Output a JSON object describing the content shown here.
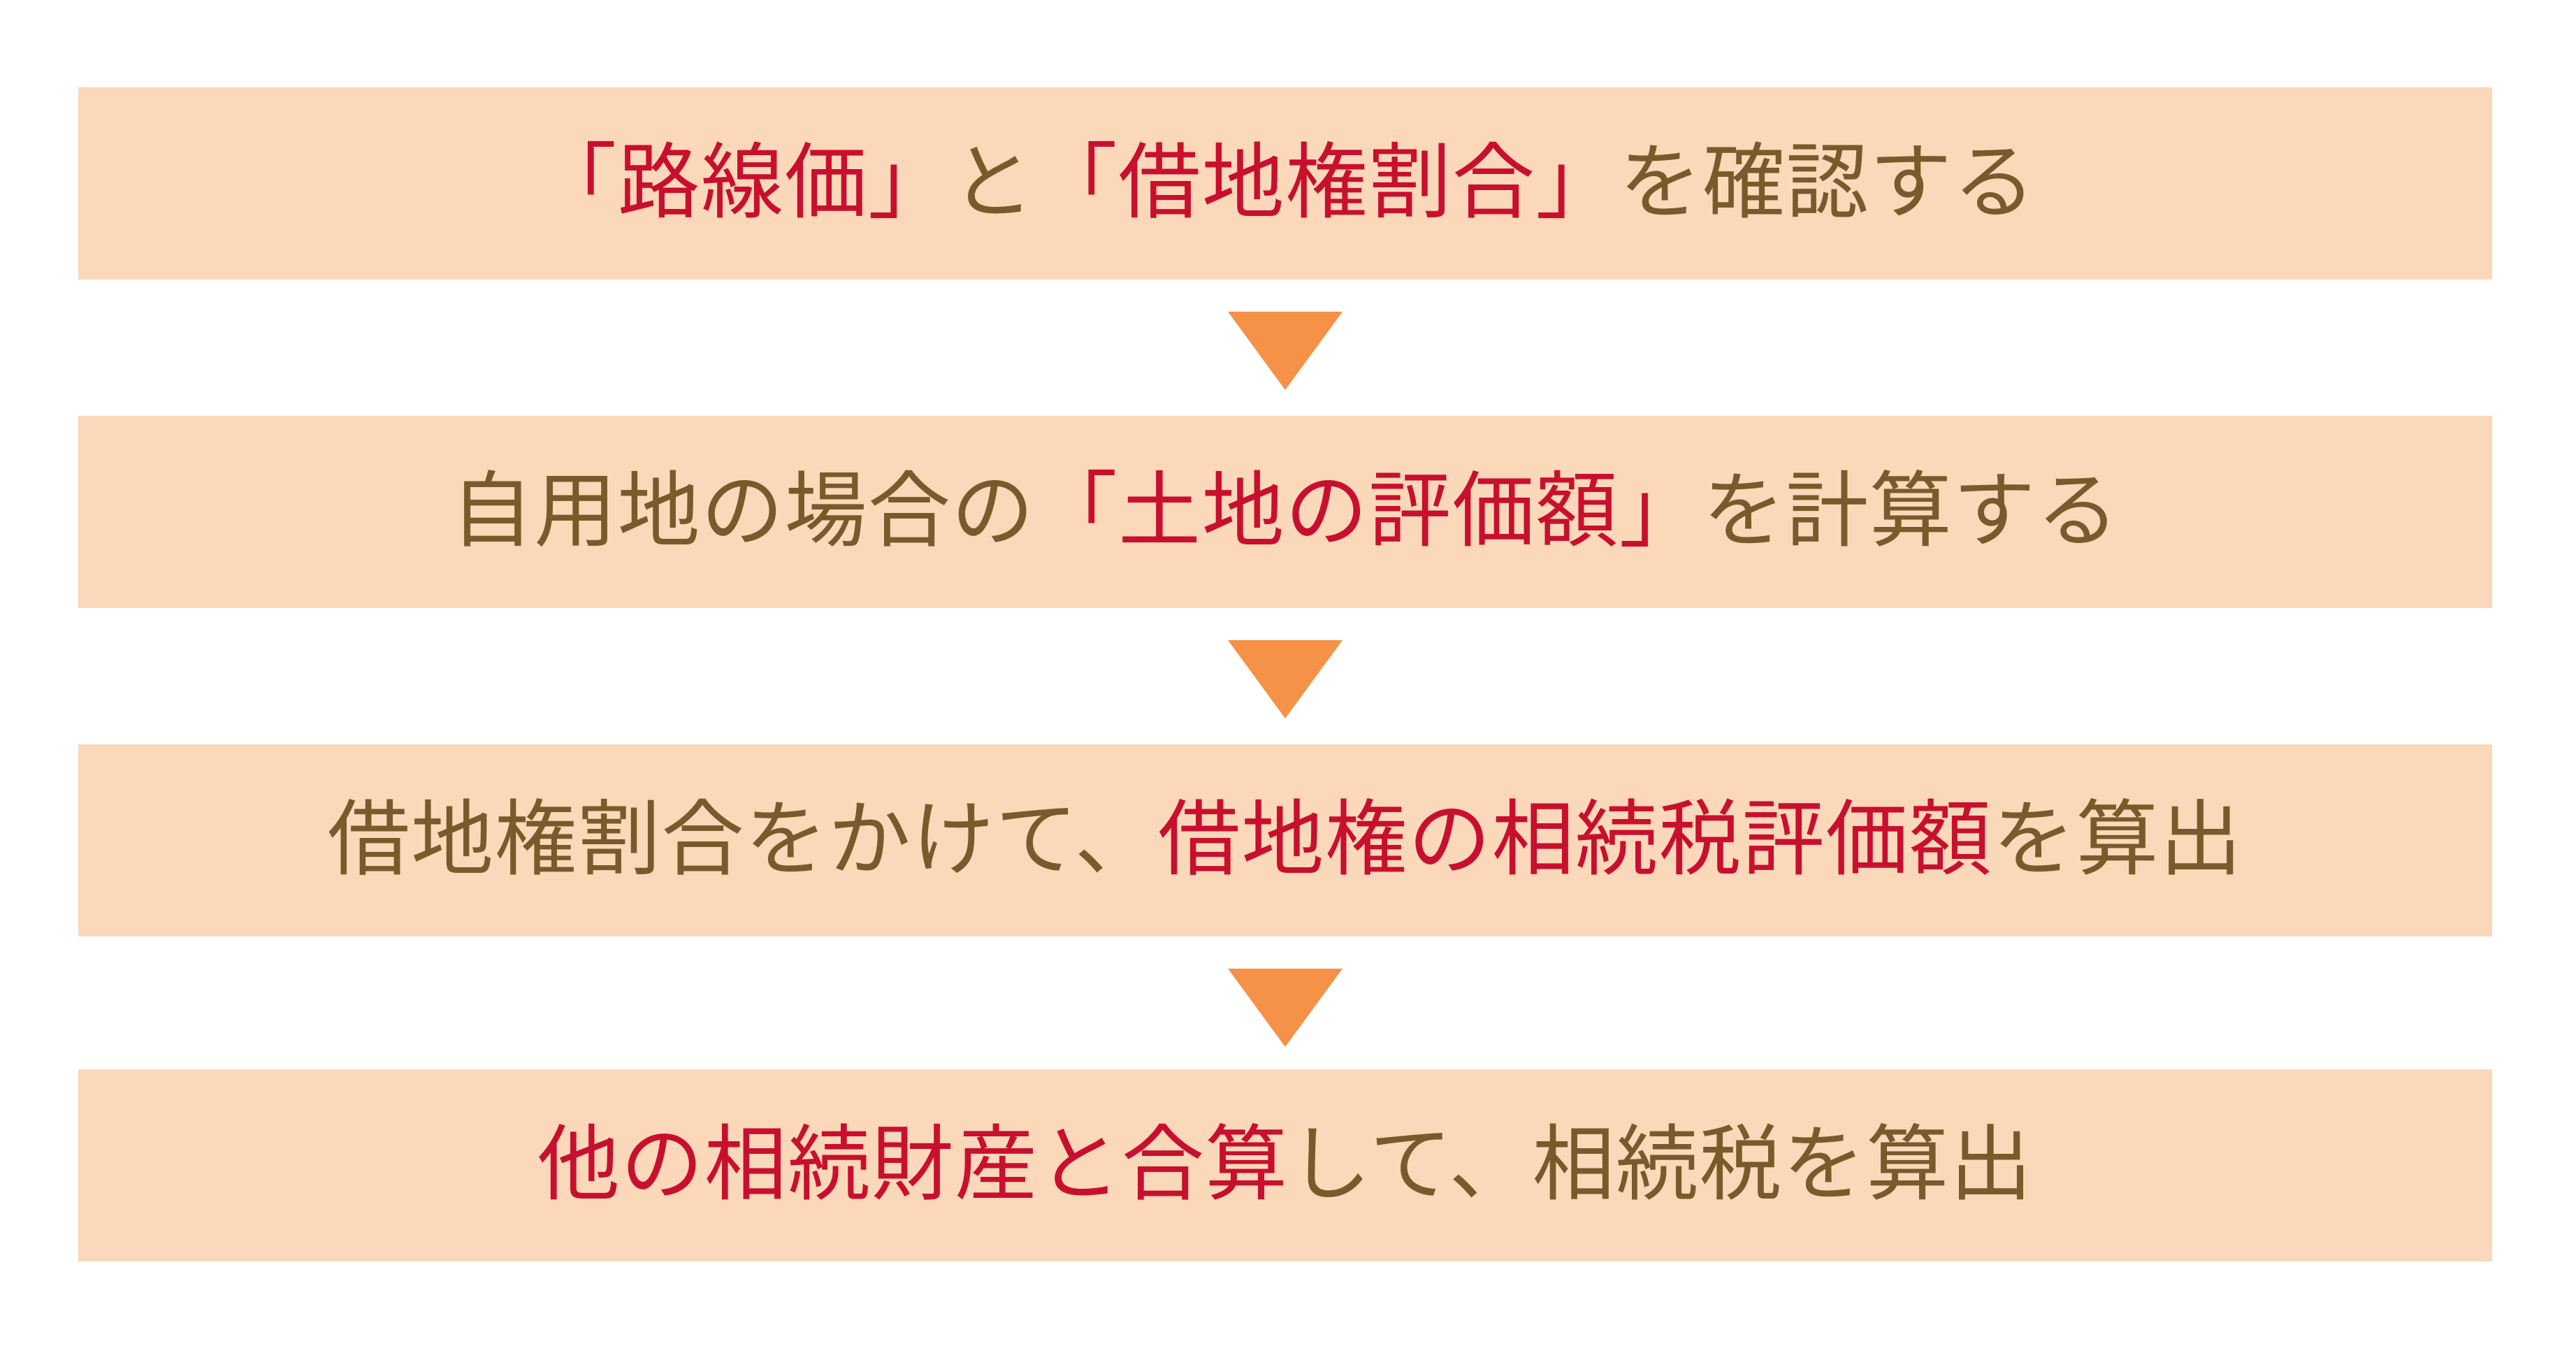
{
  "colors": {
    "box_background": "#fbd8b9",
    "page_background": "#ffffff",
    "accent_text": "#c8102e",
    "neutral_text": "#7a5a2a",
    "arrow_fill": "#f59247"
  },
  "flow": {
    "steps": [
      {
        "index": 1,
        "full_text": "「路線価」と「借地権割合」を確認する",
        "segments": [
          {
            "text": "「路線価」",
            "style": "accent"
          },
          {
            "text": "と",
            "style": "neutral"
          },
          {
            "text": "「借地権割合」",
            "style": "accent"
          },
          {
            "text": "を確認する",
            "style": "neutral"
          }
        ]
      },
      {
        "index": 2,
        "full_text": "自用地の場合の「土地の評価額」を計算する",
        "segments": [
          {
            "text": "自用地の場合の",
            "style": "neutral"
          },
          {
            "text": "「土地の評価額」",
            "style": "accent"
          },
          {
            "text": "を計算する",
            "style": "neutral"
          }
        ]
      },
      {
        "index": 3,
        "full_text": "借地権割合をかけて、借地権の相続税評価額を算出",
        "segments": [
          {
            "text": "借地権割合をかけて、",
            "style": "neutral"
          },
          {
            "text": "借地権の相続税評価額",
            "style": "accent"
          },
          {
            "text": "を算出",
            "style": "neutral"
          }
        ]
      },
      {
        "index": 4,
        "full_text": "他の相続財産と合算して、相続税を算出",
        "segments": [
          {
            "text": "他の相続財産と合算",
            "style": "accent"
          },
          {
            "text": "して、相続税を算出",
            "style": "neutral"
          }
        ]
      }
    ],
    "connectors": [
      {
        "index": 1,
        "icon": "triangle-down-icon",
        "after_step": 1
      },
      {
        "index": 2,
        "icon": "triangle-down-icon",
        "after_step": 2
      },
      {
        "index": 3,
        "icon": "triangle-down-icon",
        "after_step": 3
      }
    ]
  }
}
